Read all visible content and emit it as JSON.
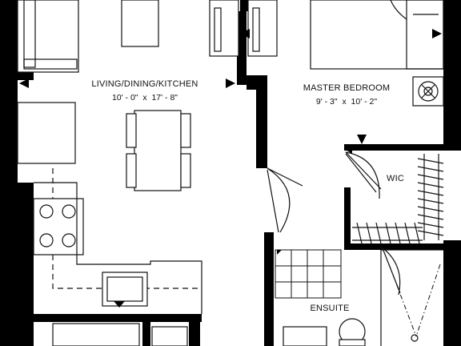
{
  "rooms": {
    "living": {
      "name": "LIVING/DINING/KITCHEN",
      "dims": "10' - 0\"  x  17' - 8\""
    },
    "master": {
      "name": "MASTER BEDROOM",
      "dims": "9' - 3\"  x  10' - 2\""
    },
    "wic": {
      "name": "WIC"
    },
    "ensuite": {
      "name": "ENSUITE"
    }
  },
  "colors": {
    "wall": "#000000",
    "line": "#111111",
    "background": "#ffffff"
  }
}
